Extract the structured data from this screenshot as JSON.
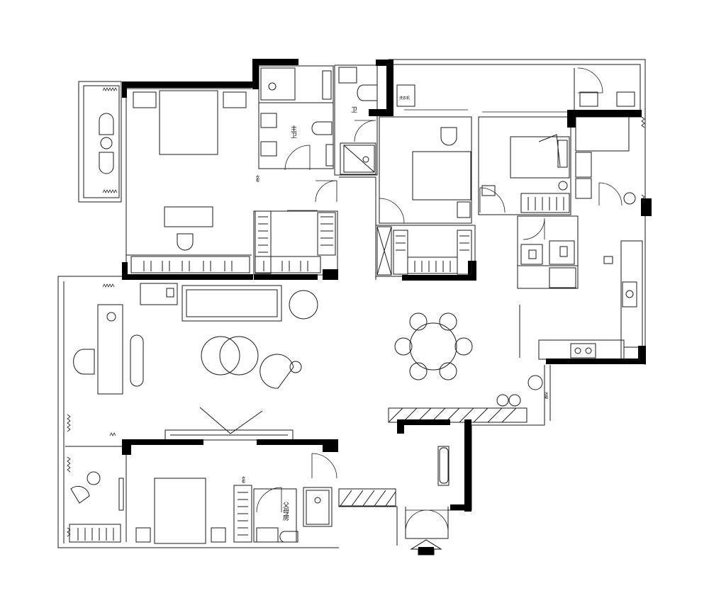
{
  "labels": {
    "master_bath": "主卫",
    "second_bath": "卫",
    "parents_room": "父母房",
    "washer_small": "洗衣机",
    "tag_left_top": "衣柜",
    "tag_left_bottom": "衣柜",
    "tag_right": "冰箱"
  },
  "colors": {
    "wall": "#000000",
    "line": "#1a1a1a",
    "background": "#ffffff"
  },
  "icons": {
    "entrance": "entrance-arrow-icon"
  }
}
